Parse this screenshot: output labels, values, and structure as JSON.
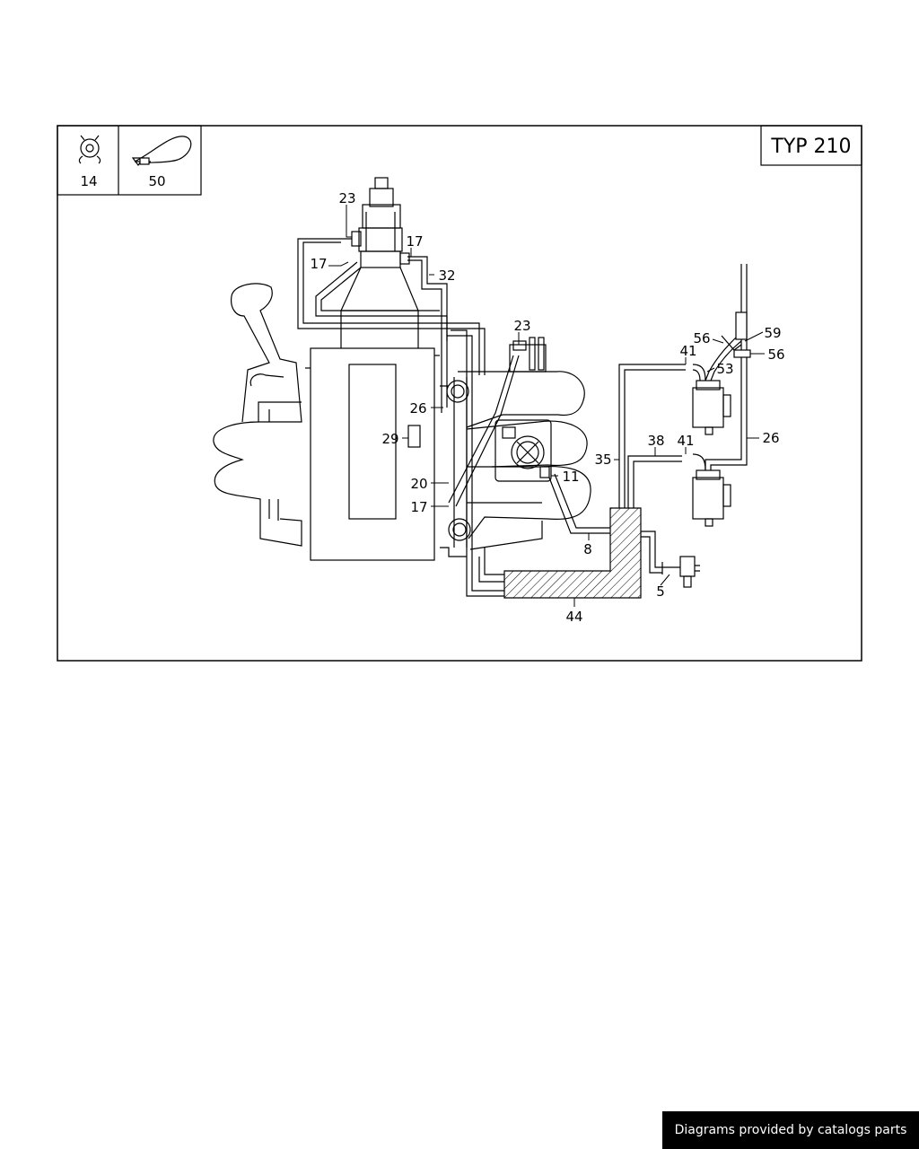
{
  "diagram": {
    "type_label": "TYP 210",
    "legend": [
      {
        "icon": "hose-clamp-icon",
        "label": "14"
      },
      {
        "icon": "cable-tie-icon",
        "label": "50"
      }
    ],
    "callouts": {
      "c23a": "23",
      "c17a": "17",
      "c17b": "17",
      "c32": "32",
      "c23b": "23",
      "c26a": "26",
      "c29": "29",
      "c20": "20",
      "c17c": "17",
      "c11": "11",
      "c8": "8",
      "c35": "35",
      "c38": "38",
      "c41a": "41",
      "c41b": "41",
      "c53": "53",
      "c56a": "56",
      "c56b": "56",
      "c59": "59",
      "c26b": "26",
      "c5": "5",
      "c44": "44"
    }
  },
  "footer": {
    "credit": "Diagrams provided by catalogs parts"
  }
}
